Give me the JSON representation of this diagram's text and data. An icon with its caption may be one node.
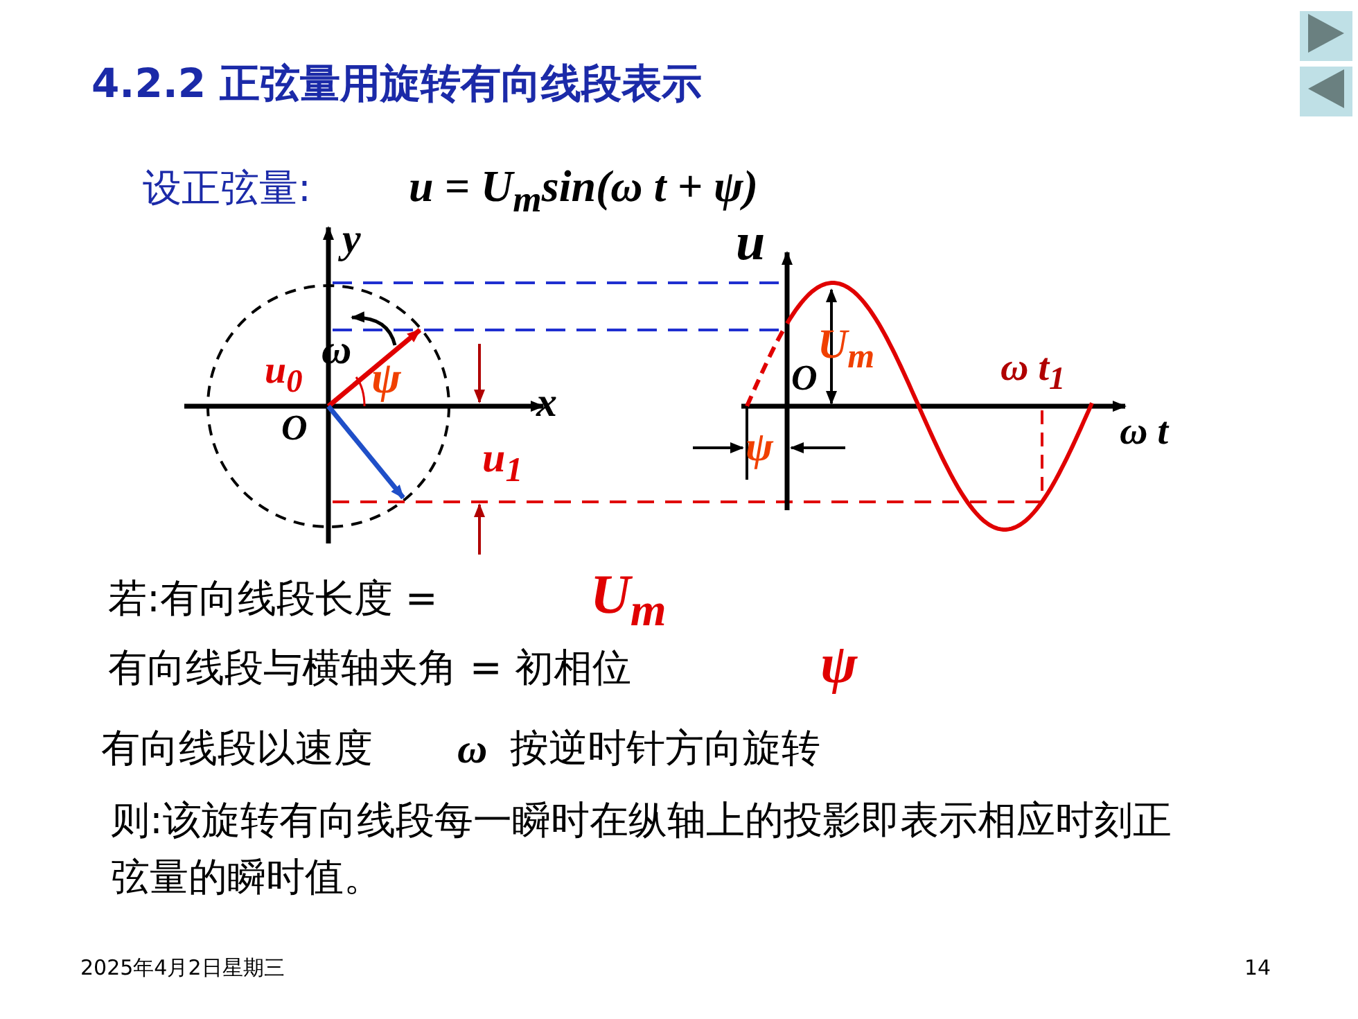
{
  "diagram": {
    "title": "4.2.2 正弦量用旋转有向线段表示",
    "labels": [
      "设正弦量:",
      "*u* = *U*$_{m}$sin(*ω t* + *ψ*)",
      "y",
      "u",
      "ω",
      "u$_{0}$",
      "ψ",
      "U$_{m}$",
      "ω t$_{1}$",
      "O",
      "x",
      "O",
      "u$_{1}$",
      "ψ",
      "ω t",
      "若:有向线段长度 =",
      "U$_{m}$",
      "有向线段与横轴夹角 = 初相位",
      "ψ",
      "有向线段以速度",
      "ω",
      "按逆时针方向旋转",
      "则:该旋转有向线段每一瞬时在纵轴上的投影即表示相应时刻正弦量的瞬时值。",
      "2025年4月2日星期三",
      "14"
    ]
  }
}
